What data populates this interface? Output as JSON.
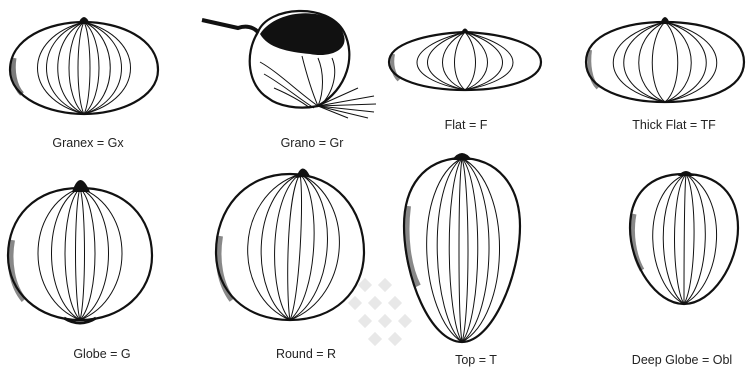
{
  "onion_shapes": [
    {
      "id": "granex",
      "label": "Granex = Gx"
    },
    {
      "id": "grano",
      "label": "Grano = Gr"
    },
    {
      "id": "flat",
      "label": "Flat = F"
    },
    {
      "id": "thick-flat",
      "label": "Thick Flat = TF"
    },
    {
      "id": "globe",
      "label": "Globe = G"
    },
    {
      "id": "round",
      "label": "Round = R"
    },
    {
      "id": "top",
      "label": "Top = T"
    },
    {
      "id": "deep-globe",
      "label": "Deep Globe = Obl"
    }
  ],
  "colors": {
    "ink": "#111111",
    "paper": "#ffffff",
    "watermark": "#e6e6e6"
  }
}
